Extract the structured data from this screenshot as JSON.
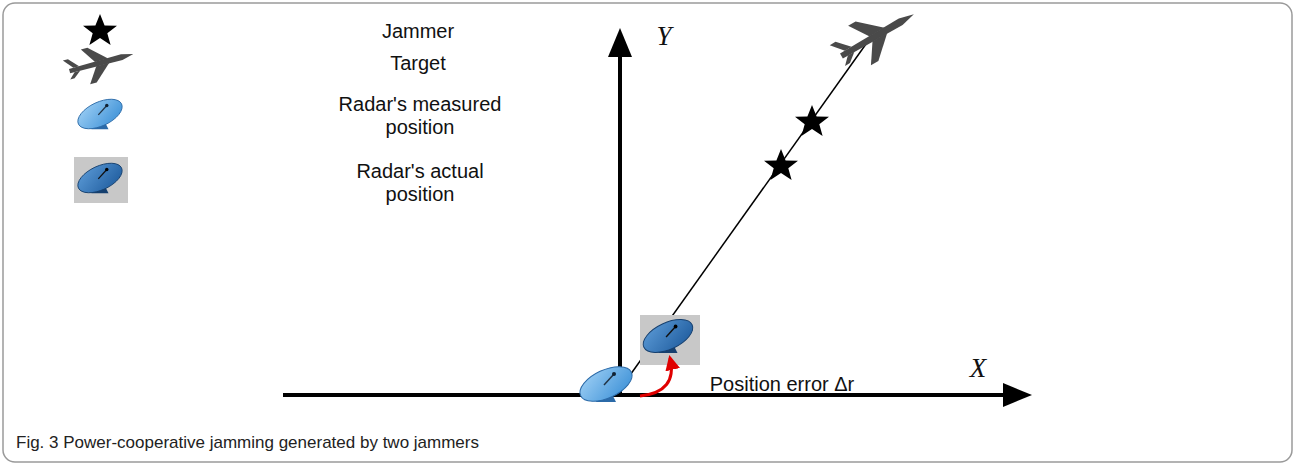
{
  "diagram": {
    "caption": "Fig. 3 Power-cooperative jamming generated by two jammers",
    "labels": [
      "Y",
      "X",
      "Position error Δr"
    ],
    "legend": [
      {
        "text": "Jammer"
      },
      {
        "text": "Target"
      },
      {
        "text": "Radar's measured position"
      },
      {
        "text": "Radar's actual position"
      }
    ]
  }
}
